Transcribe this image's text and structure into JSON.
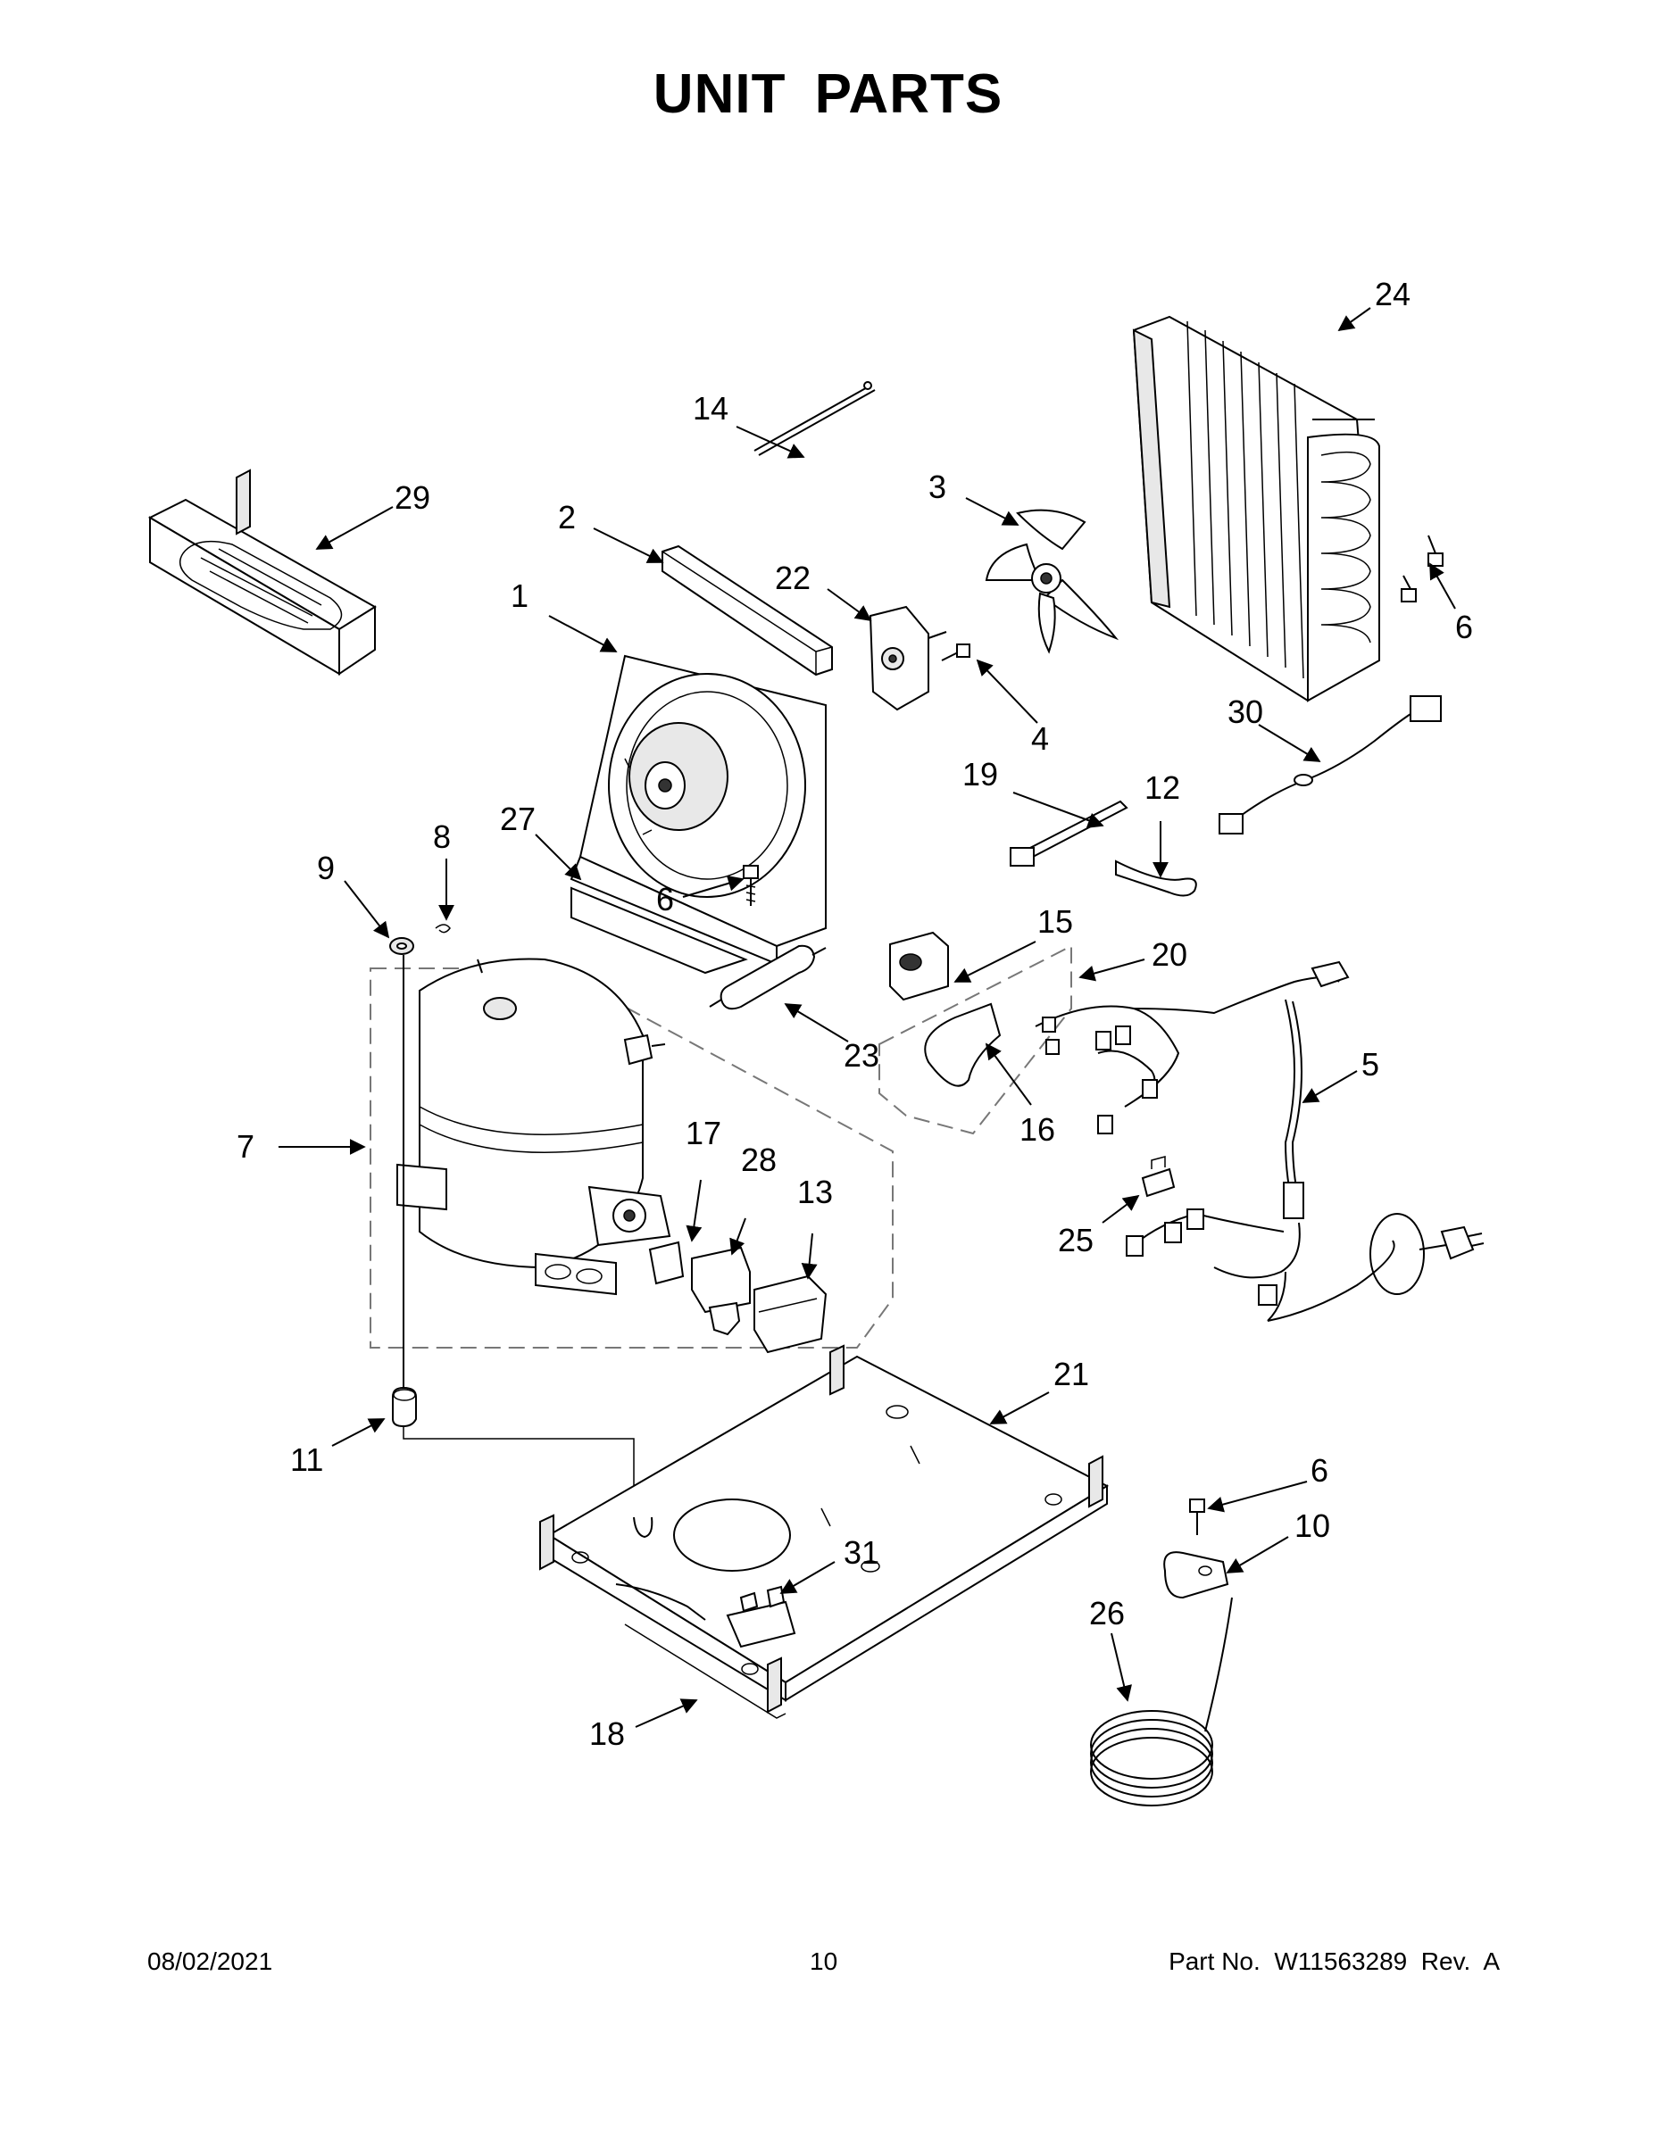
{
  "page": {
    "title": "UNIT  PARTS",
    "footer_date": "08/02/2021",
    "footer_page": "10",
    "footer_part": "Part No.  W11563289  Rev.  A"
  },
  "callouts": [
    "1",
    "2",
    "3",
    "4",
    "5",
    "6",
    "6",
    "6",
    "7",
    "8",
    "9",
    "10",
    "11",
    "12",
    "13",
    "14",
    "15",
    "16",
    "17",
    "18",
    "19",
    "20",
    "21",
    "22",
    "23",
    "24",
    "25",
    "26",
    "27",
    "28",
    "29",
    "30",
    "31"
  ]
}
